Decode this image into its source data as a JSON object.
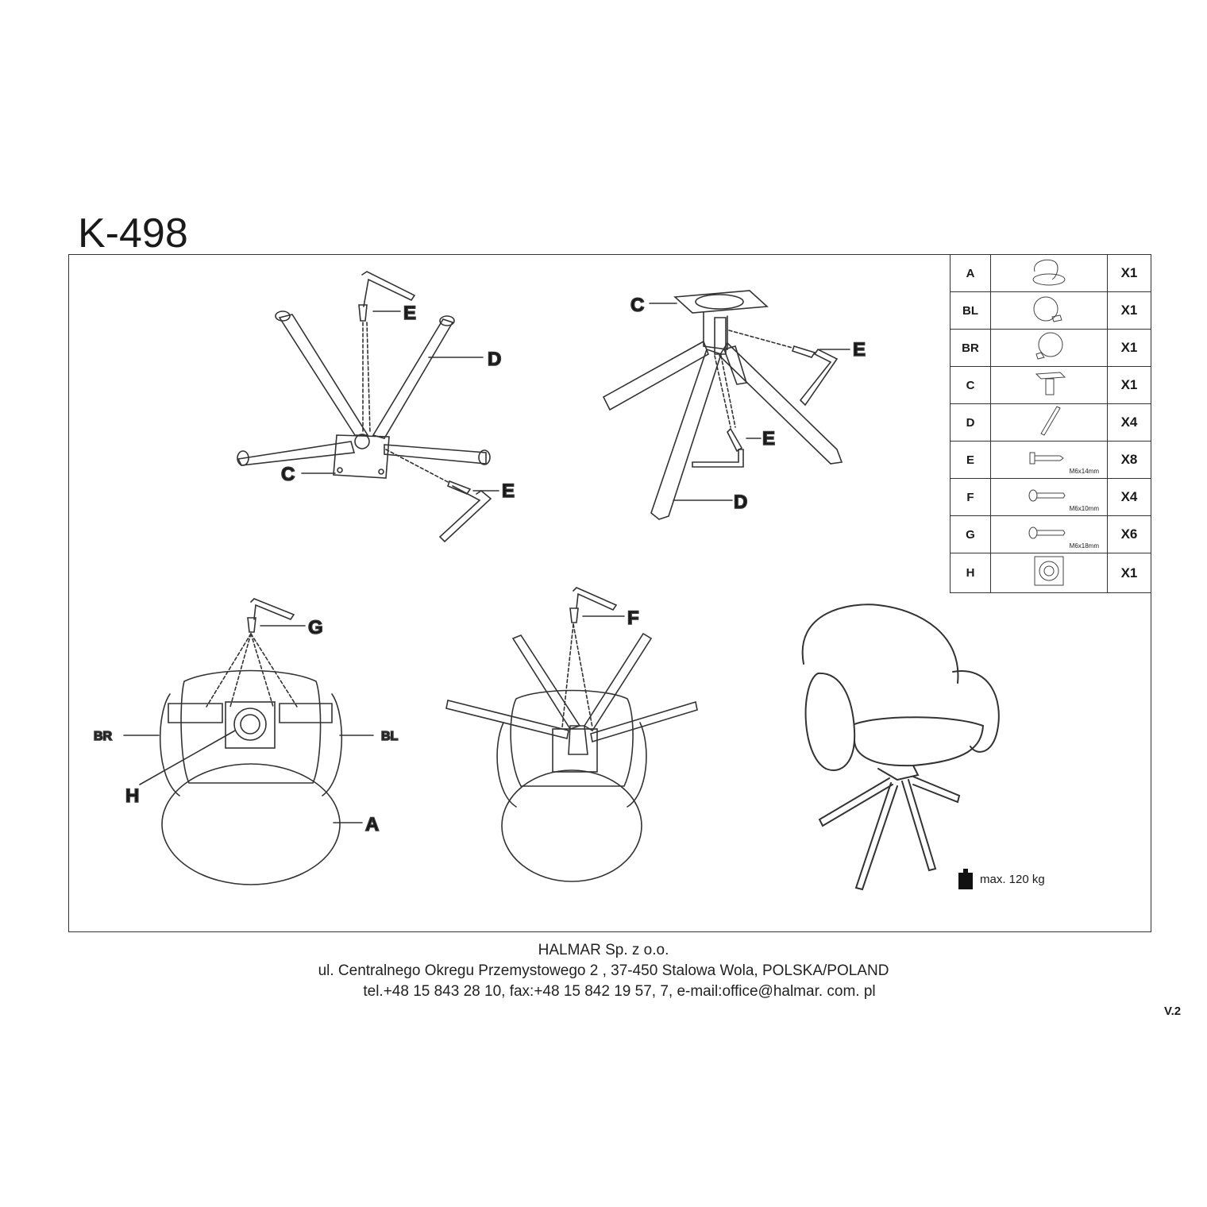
{
  "title": "K-498",
  "parts": [
    {
      "code": "A",
      "icon": "seat-shell-icon",
      "spec": "",
      "qty": "X1"
    },
    {
      "code": "BL",
      "icon": "left-armrest-icon",
      "spec": "",
      "qty": "X1"
    },
    {
      "code": "BR",
      "icon": "right-armrest-icon",
      "spec": "",
      "qty": "X1"
    },
    {
      "code": "C",
      "icon": "base-plate-icon",
      "spec": "",
      "qty": "X1"
    },
    {
      "code": "D",
      "icon": "leg-icon",
      "spec": "",
      "qty": "X4"
    },
    {
      "code": "E",
      "icon": "screw-icon",
      "spec": "M6x14mm",
      "qty": "X8"
    },
    {
      "code": "F",
      "icon": "bolt-icon",
      "spec": "M6x10mm",
      "qty": "X4"
    },
    {
      "code": "G",
      "icon": "bolt-icon",
      "spec": "M6x18mm",
      "qty": "X6"
    },
    {
      "code": "H",
      "icon": "swivel-plate-icon",
      "spec": "",
      "qty": "X1"
    }
  ],
  "callouts": {
    "step1": {
      "e_top": "E",
      "d": "D",
      "c": "C",
      "e_bottom": "E"
    },
    "step2": {
      "c": "C",
      "e_right": "E",
      "e_mid": "E",
      "d": "D"
    },
    "step3": {
      "g": "G",
      "br": "BR",
      "bl": "BL",
      "h": "H",
      "a": "A"
    },
    "step4": {
      "f": "F"
    }
  },
  "max_load": "max. 120 kg",
  "footer": {
    "company": "HALMAR Sp. z o.o.",
    "address": "ul. Centralnego Okregu Przemystowego 2 , 37-450 Stalowa Wola, POLSKA/POLAND",
    "contact": "tel.+48 15 843 28 10, fax:+48 15 842 19 57, 7, e-mail:office@halmar. com. pl"
  },
  "version": "V.2"
}
